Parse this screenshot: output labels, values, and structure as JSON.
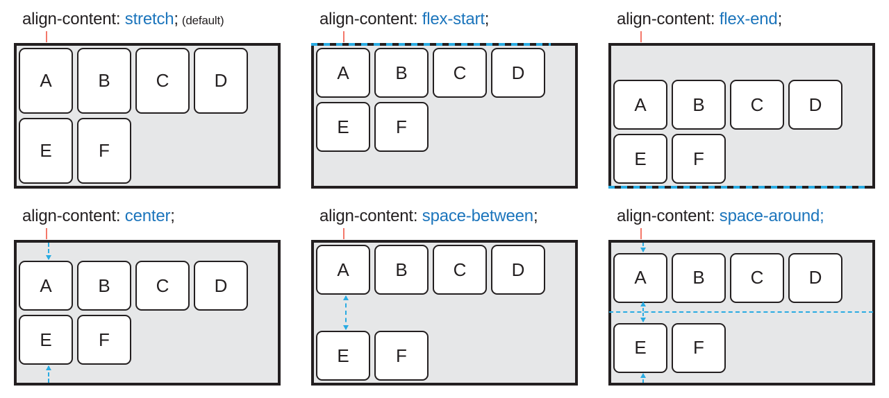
{
  "figure": {
    "topic": "CSS flexbox align-content values diagram"
  },
  "colors": {
    "value_blue": "#1c75bc",
    "accent_cyan": "#29abe2",
    "tick_red": "#f4786a",
    "container_bg": "#e6e7e8",
    "border_dark": "#231f20",
    "item_bg": "#ffffff"
  },
  "panels": [
    {
      "property": "align-content:",
      "value": "stretch",
      "semicolon": ";",
      "note": "(default)",
      "annotation": "none",
      "items": [
        "A",
        "B",
        "C",
        "D",
        "E",
        "F"
      ]
    },
    {
      "property": "align-content:",
      "value": "flex-start",
      "semicolon": ";",
      "note": "",
      "annotation": "dashed-highlight-top-edge",
      "items": [
        "A",
        "B",
        "C",
        "D",
        "E",
        "F"
      ]
    },
    {
      "property": "align-content:",
      "value": "flex-end",
      "semicolon": ";",
      "note": "",
      "annotation": "dashed-highlight-bottom-edge",
      "items": [
        "A",
        "B",
        "C",
        "D",
        "E",
        "F"
      ]
    },
    {
      "property": "align-content:",
      "value": "center",
      "semicolon": ";",
      "note": "",
      "annotation": "arrows-from-top-and-bottom-edges",
      "items": [
        "A",
        "B",
        "C",
        "D",
        "E",
        "F"
      ]
    },
    {
      "property": "align-content:",
      "value": "space-between",
      "semicolon": ";",
      "note": "",
      "annotation": "double-arrow-between-rows",
      "items": [
        "A",
        "B",
        "C",
        "D",
        "E",
        "F"
      ]
    },
    {
      "property": "align-content:",
      "value": "space-around",
      "semicolon": ";",
      "note": "",
      "annotation": "arrows-around-rows-with-midline",
      "items": [
        "A",
        "B",
        "C",
        "D",
        "E",
        "F"
      ]
    }
  ]
}
